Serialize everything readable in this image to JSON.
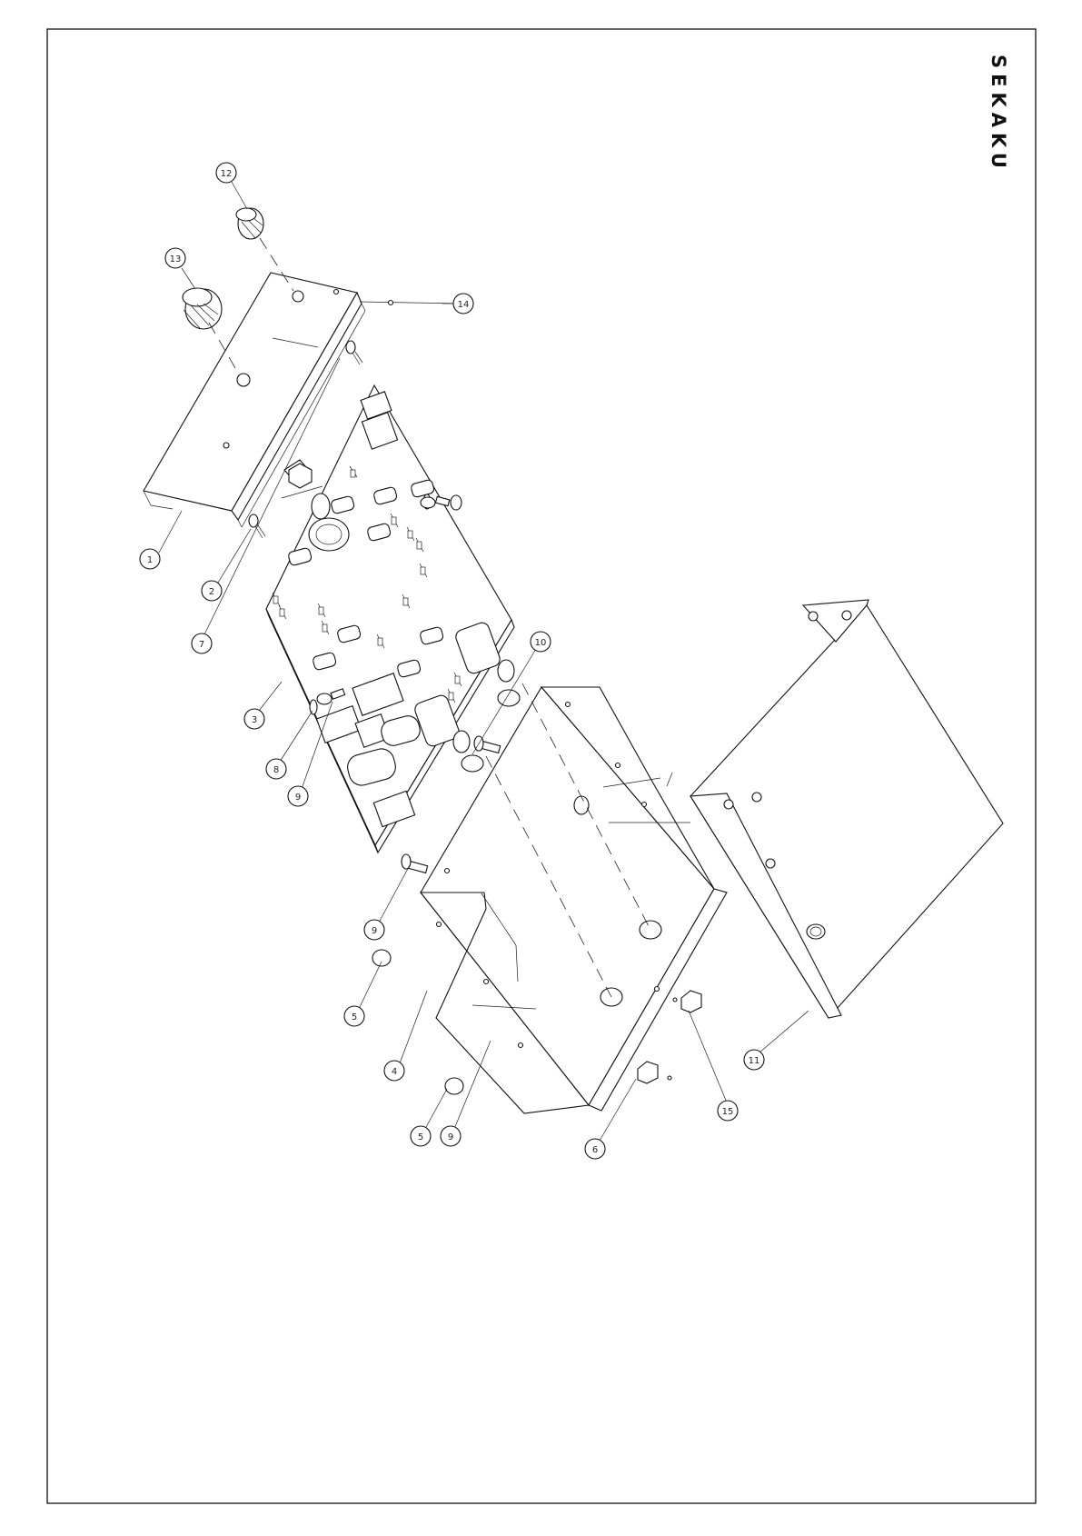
{
  "brand": {
    "name": "SEKAKU"
  },
  "callouts": {
    "c1": "1",
    "c2": "2",
    "c3": "3",
    "c4": "4",
    "c5a": "5",
    "c5b": "5",
    "c6": "6",
    "c7": "7",
    "c8": "8",
    "c9a": "9",
    "c9b": "9",
    "c9c": "9",
    "c10": "10",
    "c11": "11",
    "c12": "12",
    "c13": "13",
    "c14": "14",
    "c15": "15"
  }
}
